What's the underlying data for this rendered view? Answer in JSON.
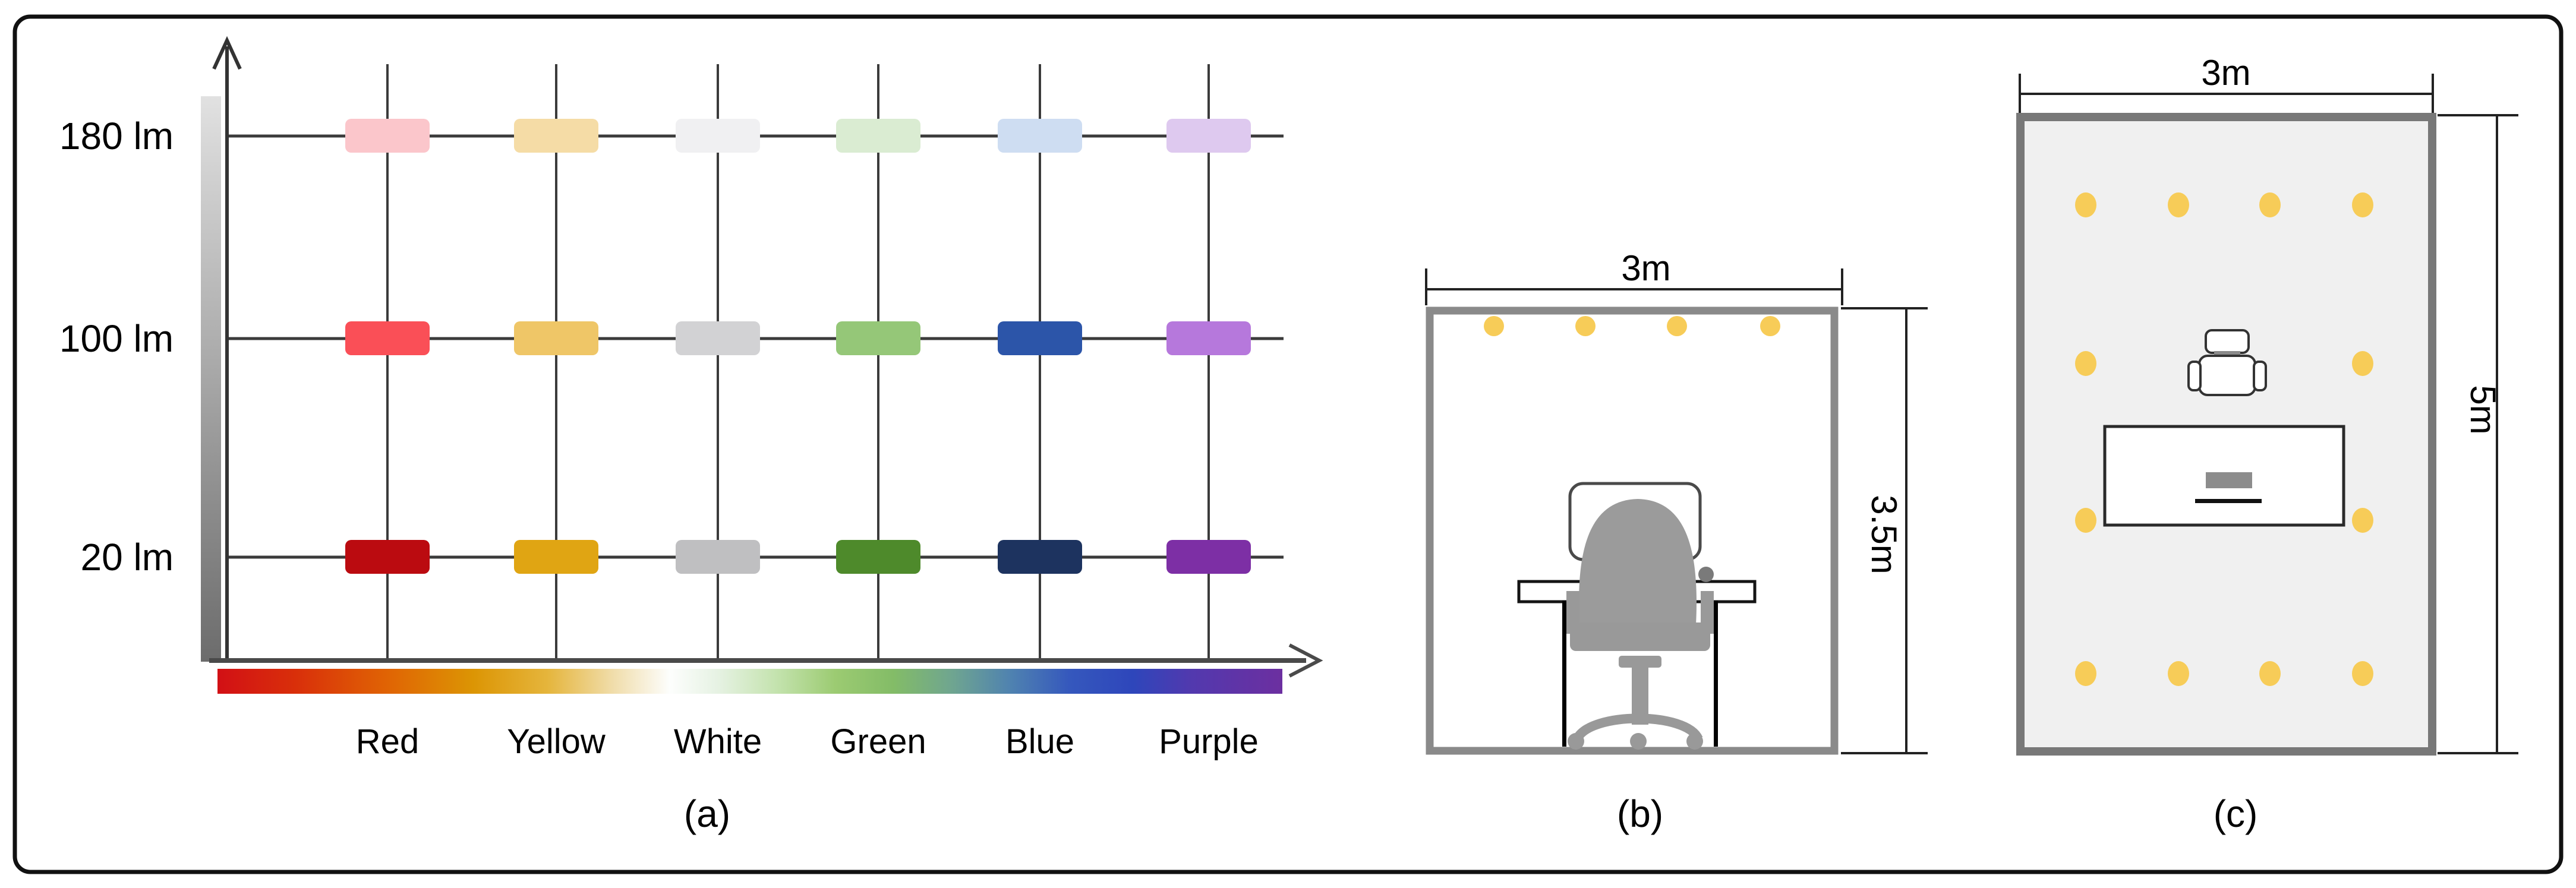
{
  "panel_a": {
    "caption": "(a)",
    "luminance_labels": [
      "180 lm",
      "100 lm",
      "20 lm"
    ],
    "color_labels": [
      "Red",
      "Yellow",
      "White",
      "Green",
      "Blue",
      "Purple"
    ],
    "swatch_rows": [
      {
        "luminance": "180 lm",
        "colors": [
          "#FBC6CB",
          "#F5DCA6",
          "#F0F0F2",
          "#DAECD2",
          "#CEDDF2",
          "#DEC9EF"
        ]
      },
      {
        "luminance": "100 lm",
        "colors": [
          "#FA4F57",
          "#EFC667",
          "#D2D2D4",
          "#95C778",
          "#2C55A9",
          "#B678DC"
        ]
      },
      {
        "luminance": "20 lm",
        "colors": [
          "#BB0B10",
          "#E0A513",
          "#BFBFC1",
          "#4E8A2B",
          "#1D335F",
          "#7D2FA5"
        ]
      }
    ],
    "luminance_gradient": [
      "#E1E1E1",
      "#6C6C6C"
    ],
    "color_axis_gradient": [
      "#D21015",
      "#D9300A",
      "#E06404",
      "#DC9504",
      "#E5B53C",
      "#F0DCA8",
      "#FDFEFD",
      "#E6F2E3",
      "#C4E3AE",
      "#9CCB72",
      "#83BC67",
      "#6FA590",
      "#4F82B0",
      "#3558BD",
      "#2E46BB",
      "#5239AE",
      "#6C2FA0"
    ],
    "grid_color": "#3b3b3b",
    "axis_color": "#4a4a4a"
  },
  "panel_b": {
    "caption": "(b)",
    "width_label": "3m",
    "height_label": "3.5m",
    "num_ceiling_lights": "4",
    "light_color": "#F7CC58",
    "wall_color": "#8a8a8a",
    "figure_color": "#9b9b9b"
  },
  "panel_c": {
    "caption": "(c)",
    "width_label": "3m",
    "height_label": "5m",
    "num_lights": "12",
    "lights_per_row": [
      "4",
      "2",
      "2",
      "4"
    ],
    "light_color": "#F7CC58",
    "wall_color": "#787878",
    "floor_color": "#f0f0f0"
  }
}
